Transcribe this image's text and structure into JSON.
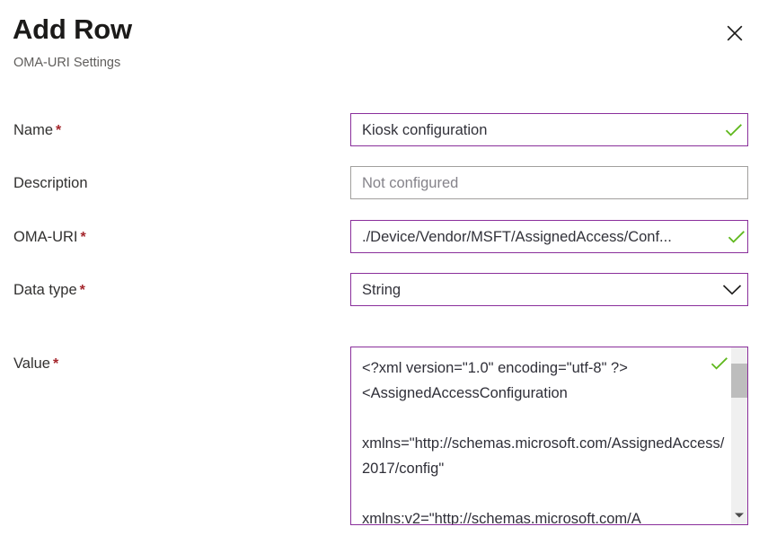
{
  "header": {
    "title": "Add Row",
    "subtitle": "OMA-URI Settings",
    "close_label": "Close"
  },
  "theme": {
    "accent_border": "#8a2f9b",
    "valid_check": "#5fb81d",
    "required_mark": "#a4262c",
    "neutral_border": "#a19f9d",
    "placeholder_text": "#85838a"
  },
  "form": {
    "required_symbol": "*",
    "fields": [
      {
        "label": "Name",
        "required": true,
        "type": "text",
        "value": "Kiosk configuration",
        "placeholder": "",
        "valid": true
      },
      {
        "label": "Description",
        "required": false,
        "type": "text",
        "value": "",
        "placeholder": "Not configured",
        "valid": false
      },
      {
        "label": "OMA-URI",
        "required": true,
        "type": "text",
        "value": "./Device/Vendor/MSFT/AssignedAccess/Conf...",
        "placeholder": "",
        "valid": true
      },
      {
        "label": "Data type",
        "required": true,
        "type": "select",
        "value": "String",
        "placeholder": "",
        "valid": false
      },
      {
        "label": "Value",
        "required": true,
        "type": "textarea",
        "value": "<?xml version=\"1.0\" encoding=\"utf-8\" ?>\n<AssignedAccessConfiguration\n\nxmlns=\"http://schemas.microsoft.com/AssignedAccess/2017/config\"\n\nxmlns:v2=\"http://schemas.microsoft.com/A",
        "placeholder": "",
        "valid": true
      }
    ]
  }
}
